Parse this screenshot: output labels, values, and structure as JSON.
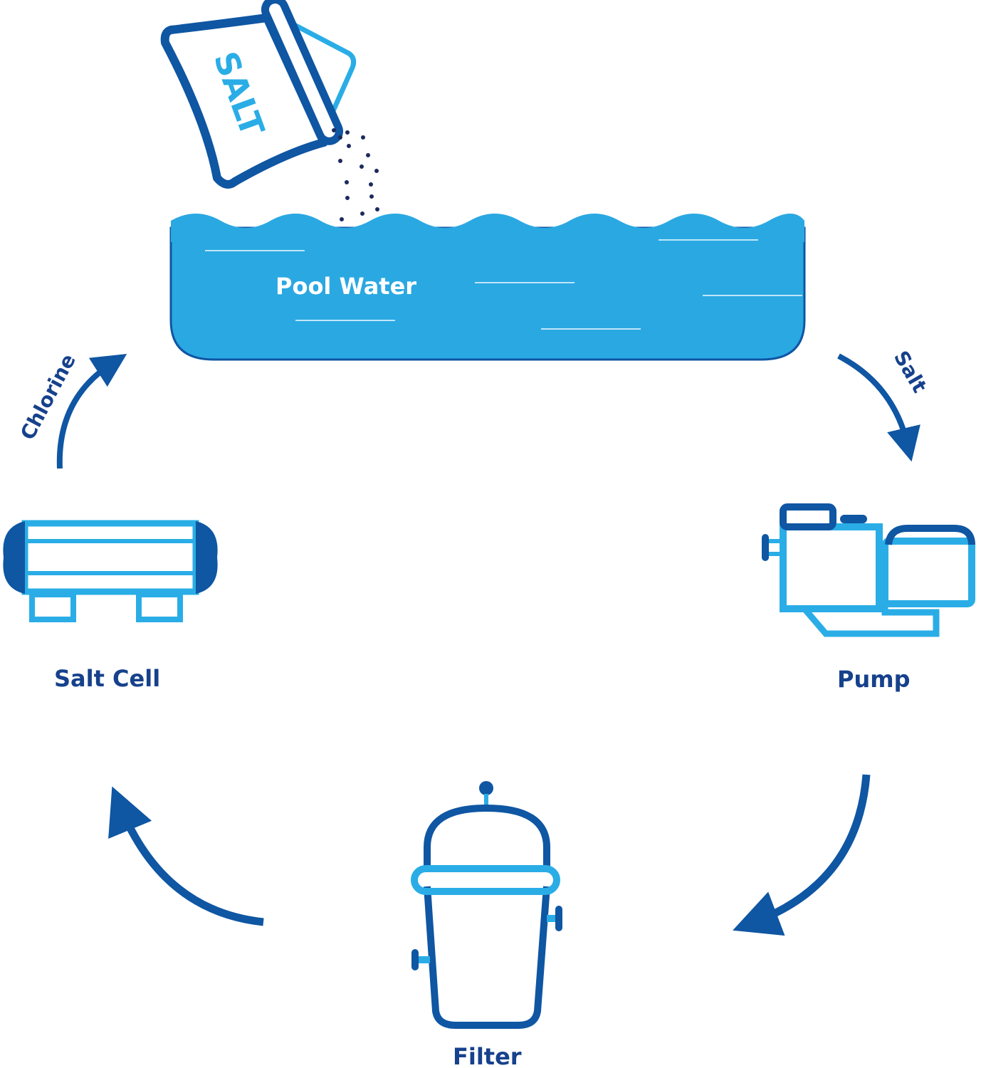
{
  "colors": {
    "dark_blue": "#0f56a3",
    "light_blue": "#2aade6",
    "navy_text": "#16418c",
    "water": "#2aa8e2"
  },
  "salt_bag": {
    "label": "SALT",
    "icon": "salt-bag-icon"
  },
  "pool": {
    "label": "Pool Water",
    "icon": "pool-water-icon"
  },
  "arrows": {
    "pool_to_pump": "Salt",
    "cell_to_pool": "Chlorine"
  },
  "nodes": {
    "pump": "Pump",
    "filter": "Filter",
    "salt_cell": "Salt Cell"
  }
}
